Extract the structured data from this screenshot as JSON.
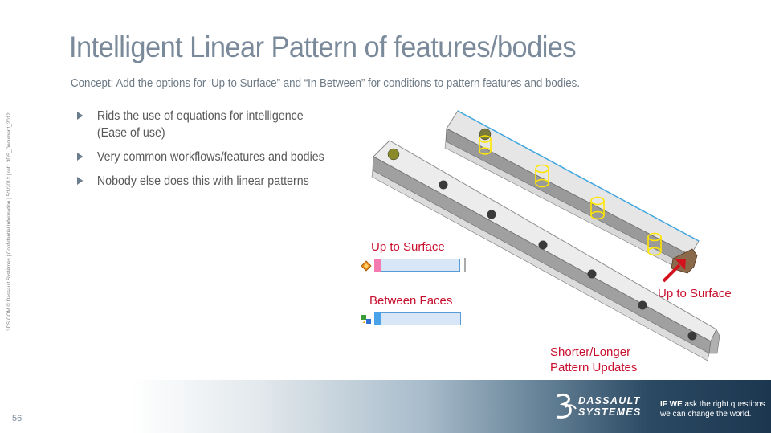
{
  "title": "Intelligent Linear Pattern of features/bodies",
  "concept": "Concept: Add the options for ‘Up to Surface” and “In Between” for conditions to pattern features and bodies.",
  "bullets": [
    {
      "line1": "Rids the use of equations for intelligence",
      "line2": "(Ease of use)"
    },
    {
      "line1": "Very common workflows/features and bodies"
    },
    {
      "line1": "Nobody else does this with linear patterns"
    }
  ],
  "side_note": "3DS.COM © Dassault Systèmes | Confidential Information | 5/1/2012 | ref.: 3DS_Document_2012",
  "page_number": "56",
  "labels": {
    "up_to_surface_control": "Up to Surface",
    "between_faces_control": "Between Faces",
    "up_to_surface_callout": "Up to Surface",
    "shorter_longer_line1": "Shorter/Longer",
    "shorter_longer_line2": "Pattern Updates"
  },
  "footer": {
    "brand_line1": "DASSAULT",
    "brand_line2": "SYSTEMES",
    "tagline_bold": "IF WE",
    "tagline_line1_rest": " ask the right questions",
    "tagline_line2": "we can change the world."
  },
  "colors": {
    "title": "#7a8a9a",
    "callout_red": "#c8102e",
    "footer_dark": "#1c364f",
    "highlight_yellow": "#ffe600",
    "edge_blue": "#41a7e1"
  },
  "icons": [
    "bullet-arrow-icon",
    "up-to-surface-icon",
    "between-faces-icon",
    "dassault-logo-icon",
    "red-arrow-icon"
  ]
}
